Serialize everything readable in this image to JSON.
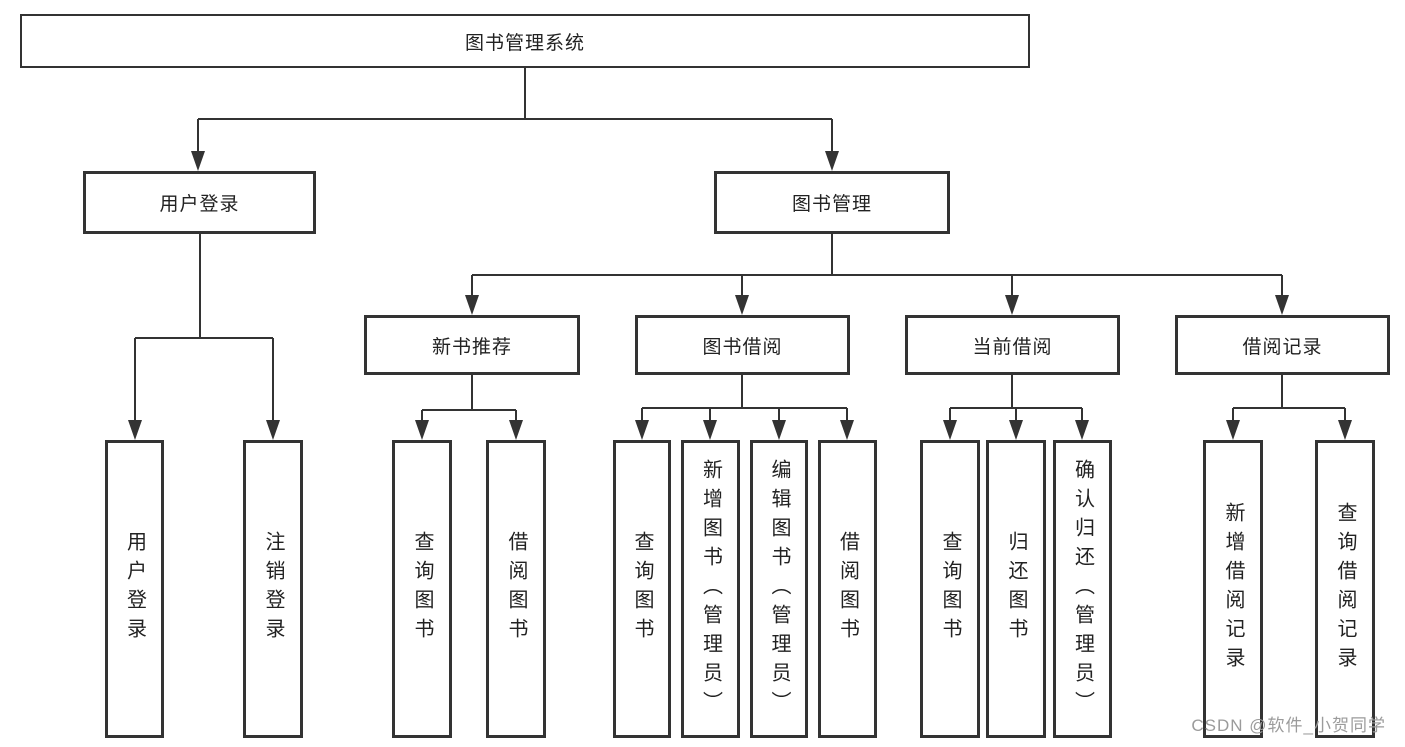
{
  "colors": {
    "line": "#333333",
    "box_border": "#333333",
    "text": "#222222",
    "watermark": "#9b9b9b",
    "background": "#ffffff"
  },
  "tree": {
    "root": {
      "label": "图书管理系统"
    },
    "branches": [
      {
        "label": "用户登录",
        "children": [
          {
            "label": "用户登录"
          },
          {
            "label": "注销登录"
          }
        ]
      },
      {
        "label": "图书管理",
        "children": [
          {
            "label": "新书推荐",
            "children": [
              {
                "label": "查询图书"
              },
              {
                "label": "借阅图书"
              }
            ]
          },
          {
            "label": "图书借阅",
            "children": [
              {
                "label": "查询图书"
              },
              {
                "label": "新增图书（管理员）"
              },
              {
                "label": "编辑图书（管理员）"
              },
              {
                "label": "借阅图书"
              }
            ]
          },
          {
            "label": "当前借阅",
            "children": [
              {
                "label": "查询图书"
              },
              {
                "label": "归还图书"
              },
              {
                "label": "确认归还（管理员）"
              }
            ]
          },
          {
            "label": "借阅记录",
            "children": [
              {
                "label": "新增借阅记录"
              },
              {
                "label": "查询借阅记录"
              }
            ]
          }
        ]
      }
    ]
  },
  "watermark": "CSDN @软件_小贺同学"
}
